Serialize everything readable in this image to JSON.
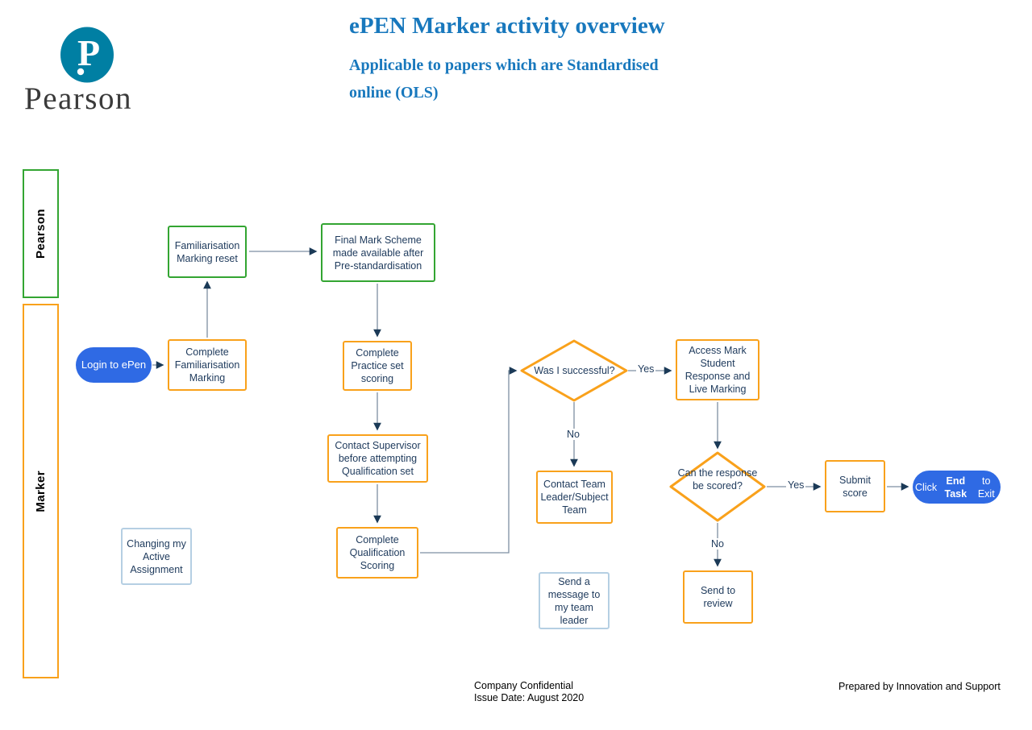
{
  "header": {
    "logo": {
      "symbol": "P",
      "brand": "Pearson"
    },
    "title": "ePEN Marker activity overview",
    "subtitle_line1": "Applicable to papers which are Standardised",
    "subtitle_line2": "online (OLS)"
  },
  "lanes": [
    {
      "label": "Pearson"
    },
    {
      "label": "Marker"
    }
  ],
  "nodes": {
    "fam_reset": "Familiarisation Marking reset",
    "final_mark_scheme": "Final Mark Scheme made available after Pre-standardisation",
    "login": "Login to ePen",
    "complete_fam": "Complete Familiarisation Marking",
    "complete_practice": "Complete Practice set scoring",
    "contact_supervisor": "Contact Supervisor before attempting Qualification set",
    "complete_qual": "Complete Qualification Scoring",
    "changing_assignment": "Changing my Active Assignment",
    "was_successful": "Was I successful?",
    "access_mark": "Access Mark Student Response and Live Marking",
    "contact_team": "Contact Team Leader/Subject Team",
    "can_be_scored": "Can the response be scored?",
    "submit_score": "Submit score",
    "end_task": {
      "prefix": "Click ",
      "bold": "End Task",
      "suffix": " to Exit"
    },
    "send_review": "Send to review",
    "send_message": "Send a message to my team leader"
  },
  "labels": {
    "yes_successful": "Yes",
    "no_successful": "No",
    "yes_scored": "Yes",
    "no_scored": "No"
  },
  "footer": {
    "confidential": "Company Confidential",
    "issue_date": "Issue Date: August 2020",
    "prepared_by": "Prepared by Innovation and Support"
  },
  "colors": {
    "green": "#33a532",
    "orange": "#f9a11b",
    "light_blue": "#b5cfe3",
    "pill_blue": "#2f6ae4",
    "title_blue": "#1878bd",
    "text_navy": "#1e3a5c",
    "line_gray": "#7e8fa2",
    "arrowhead_navy": "#1b3a57",
    "logo_teal": "#007fa3"
  }
}
